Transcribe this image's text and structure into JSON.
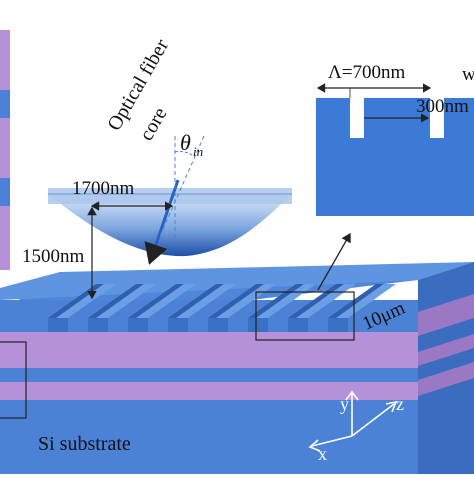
{
  "labels": {
    "fiber_line1": "Optical fiber",
    "fiber_line2": "core",
    "theta": "θ",
    "theta_sub": "in",
    "width_1700": "1700nm",
    "height_1500": "1500nm",
    "period": "Λ=700nm",
    "period_cut": "w",
    "gap_300": "300nm",
    "width_10um": "10μm",
    "substrate": "Si substrate",
    "axis_y": "y",
    "axis_z": "z",
    "axis_x": "x"
  },
  "colors": {
    "waveguide_blue": "#4b82d6",
    "grating_top": "#5e94e0",
    "grating_side": "#2f5fae",
    "cladding_purple": "#b592d8",
    "inset_blue": "#3c7ad8",
    "fiber_face": "#a9c6ec"
  }
}
